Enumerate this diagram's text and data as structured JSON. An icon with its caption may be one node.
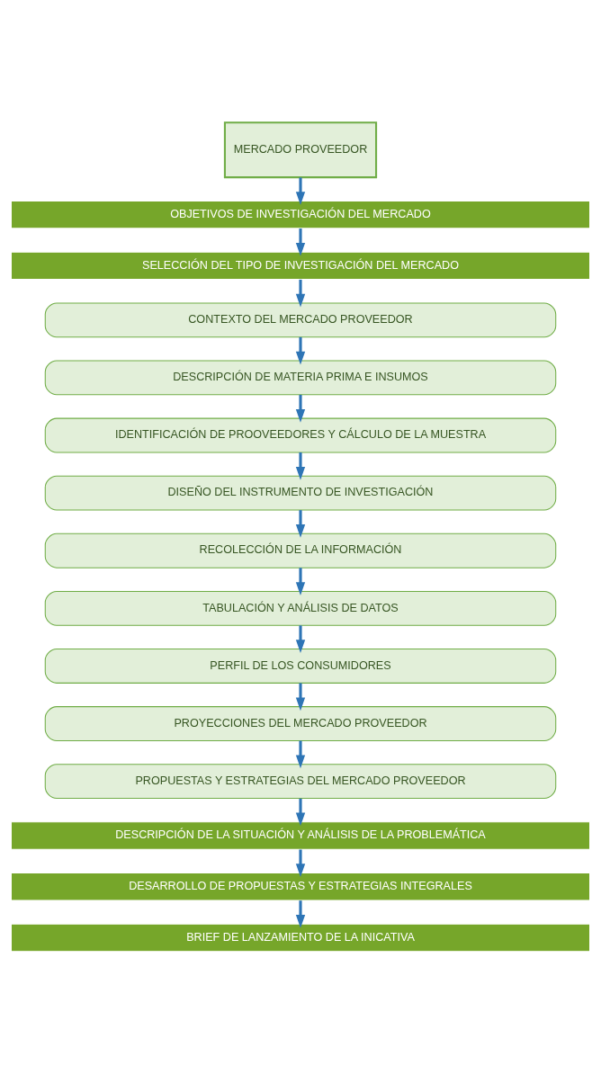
{
  "diagram": {
    "nodes": [
      {
        "text": [
          "MERCADO PROVEEDOR"
        ]
      },
      {
        "text": [
          "OBJETIVOS DE INVESTIGACIÓN DEL MERCADO"
        ]
      },
      {
        "text": [
          "SELECCIÓN DEL TIPO DE INVESTIGACIÓN DEL MERCADO"
        ]
      },
      {
        "text": [
          "CONTEXTO DEL MERCADO PROVEEDOR"
        ]
      },
      {
        "text": [
          "DESCRIPCIÓN DE MATERIA PRIMA E INSUMOS"
        ]
      },
      {
        "text": [
          "IDENTIFICACIÓN DE PROOVEEDORES Y CÁLCULO DE LA MUESTRA"
        ]
      },
      {
        "text": [
          "DISEÑO DEL INSTRUMENTO DE INVESTIGACIÓN"
        ]
      },
      {
        "text": [
          "RECOLECCIÓN DE LA INFORMACIÓN"
        ]
      },
      {
        "text": [
          "TABULACIÓN Y ANÁLISIS DE DATOS"
        ]
      },
      {
        "text": [
          "PERFIL DE LOS CONSUMIDORES"
        ]
      },
      {
        "text": [
          "PROYECCIONES DEL MERCADO PROVEEDOR"
        ]
      },
      {
        "text": [
          "PROPUESTAS Y ESTRATEGIAS DEL MERCADO PROVEEDOR"
        ]
      },
      {
        "text": [
          "DESCRIPCIÓN DE LA SITUACIÓN Y ANÁLISIS DE LA PROBLEMÁTICA"
        ]
      },
      {
        "text": [
          "DESARROLLO DE PROPUESTAS Y ESTRATEGIAS INTEGRALES"
        ]
      },
      {
        "text": [
          "BRIEF DE LANZAMIENTO DE LA INICATIVA"
        ]
      }
    ],
    "edges": [
      {
        "from": 0,
        "to": 1,
        "arrow": "to"
      },
      {
        "from": 1,
        "to": 2,
        "arrow": "to"
      },
      {
        "from": 2,
        "to": 3,
        "arrow": "to"
      },
      {
        "from": 3,
        "to": 4,
        "arrow": "to"
      },
      {
        "from": 4,
        "to": 5,
        "arrow": "to"
      },
      {
        "from": 5,
        "to": 6,
        "arrow": "to"
      },
      {
        "from": 6,
        "to": 7,
        "arrow": "to"
      },
      {
        "from": 7,
        "to": 8,
        "arrow": "to"
      },
      {
        "from": 8,
        "to": 9,
        "arrow": "to"
      },
      {
        "from": 9,
        "to": 10,
        "arrow": "to"
      },
      {
        "from": 10,
        "to": 11,
        "arrow": "to"
      },
      {
        "from": 11,
        "to": 12,
        "arrow": "to"
      },
      {
        "from": 12,
        "to": 13,
        "arrow": "to"
      },
      {
        "from": 13,
        "to": 14,
        "arrow": "to"
      }
    ]
  }
}
